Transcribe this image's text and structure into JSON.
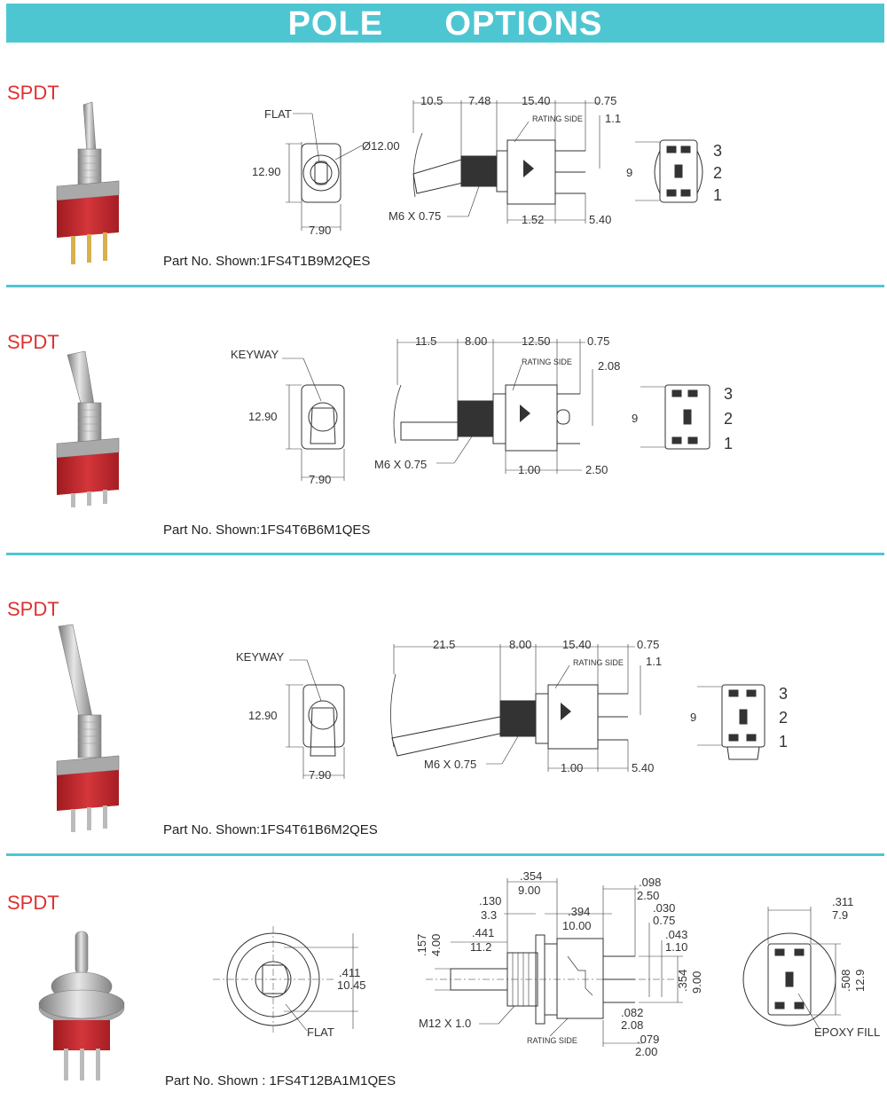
{
  "header": {
    "title": "POLE      OPTIONS"
  },
  "sections": [
    {
      "pole": "SPDT",
      "part_no": "Part No. Shown:1FS4T1B9M2QES",
      "front": {
        "label": "FLAT",
        "height": "12.90",
        "width": "7.90",
        "dia": "Ø12.00"
      },
      "side": {
        "d1": "10.5",
        "d2": "7.48",
        "d3": "15.40",
        "d4": "0.75",
        "d5": "1.1",
        "thread": "M6 X 0.75",
        "b1": "1.52",
        "b2": "5.40",
        "rating": "RATING SIDE"
      },
      "pins": {
        "h": "9",
        "p3": "3",
        "p2": "2",
        "p1": "1"
      }
    },
    {
      "pole": "SPDT",
      "part_no": "Part No. Shown:1FS4T6B6M1QES",
      "front": {
        "label": "KEYWAY",
        "height": "12.90",
        "width": "7.90"
      },
      "side": {
        "d1": "11.5",
        "d2": "8.00",
        "d3": "12.50",
        "d4": "0.75",
        "d5": "2.08",
        "thread": "M6 X 0.75",
        "b1": "1.00",
        "b2": "2.50",
        "rating": "RATING SIDE"
      },
      "pins": {
        "h": "9",
        "p3": "3",
        "p2": "2",
        "p1": "1"
      }
    },
    {
      "pole": "SPDT",
      "part_no": "Part No. Shown:1FS4T61B6M2QES",
      "front": {
        "label": "KEYWAY",
        "height": "12.90",
        "width": "7.90"
      },
      "side": {
        "d1": "21.5",
        "d2": "8.00",
        "d3": "15.40",
        "d4": "0.75",
        "d5": "1.1",
        "thread": "M6 X 0.75",
        "b1": "1.00",
        "b2": "5.40",
        "rating": "RATING SIDE"
      },
      "pins": {
        "h": "9",
        "p3": "3",
        "p2": "2",
        "p1": "1"
      }
    },
    {
      "pole": "SPDT",
      "part_no": "Part No. Shown : 1FS4T12BA1M1QES",
      "front": {
        "label": "FLAT",
        "d_in": ".411",
        "d_mm": "10.45"
      },
      "side": {
        "a_in": ".354",
        "a_mm": "9.00",
        "b_in": ".130",
        "b_mm": "3.3",
        "c_in": ".394",
        "c_mm": "10.00",
        "d_in": ".441",
        "d_mm": "11.2",
        "e_in": ".157",
        "e_mm": "4.00",
        "f_in": ".098",
        "f_mm": "2.50",
        "g_in": ".030",
        "g_mm": "0.75",
        "h_in": ".043",
        "h_mm": "1.10",
        "i_in": ".354",
        "i_mm": "9.00",
        "j_in": ".082",
        "j_mm": "2.08",
        "k_in": ".079",
        "k_mm": "2.00",
        "thread": "M12 X 1.0",
        "rating": "RATING SIDE"
      },
      "back": {
        "w_in": ".311",
        "w_mm": "7.9",
        "h_in": ".508",
        "h_mm": "12.9",
        "epoxy": "EPOXY FILL"
      }
    }
  ],
  "colors": {
    "banner": "#4ec6d2",
    "pole_label": "#e03030",
    "switch_body": "#c8262b"
  }
}
